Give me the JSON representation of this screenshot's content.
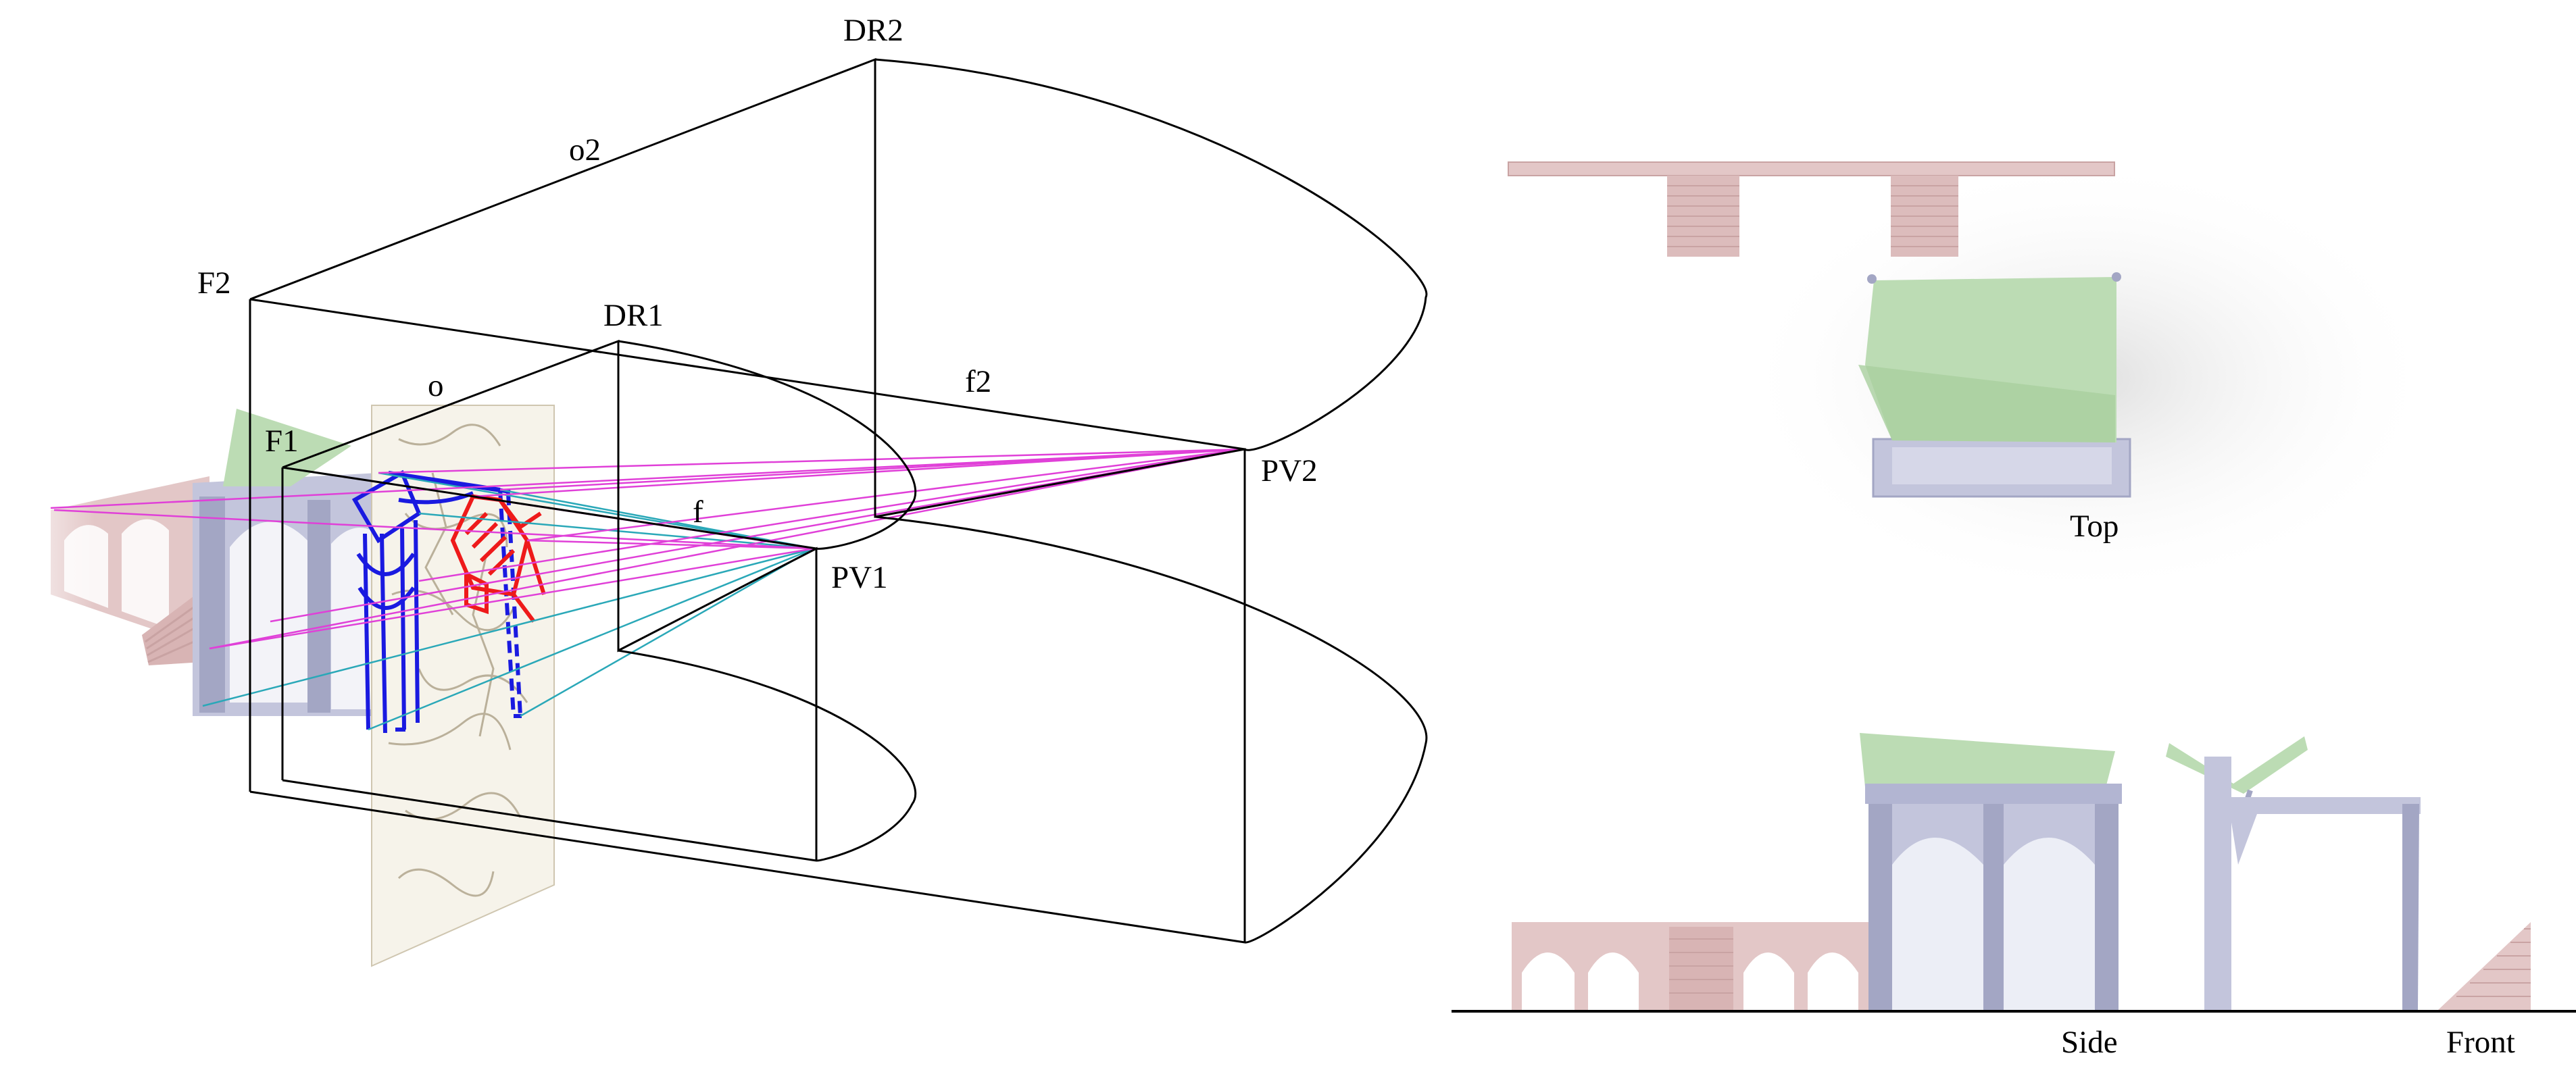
{
  "labels": {
    "dr2": "DR2",
    "dr1": "DR1",
    "o2": "o2",
    "o": "o",
    "f2_point": "F2",
    "f1_point": "F1",
    "f2_dist": "f2",
    "f_dist": "f",
    "pv1": "PV1",
    "pv2": "PV2"
  },
  "views": {
    "top": "Top",
    "side": "Side",
    "front": "Front"
  },
  "colors": {
    "frame": "#000000",
    "ray_magenta": "#e040d8",
    "ray_cyan": "#2aa8b8",
    "arch_pink": "#e3c7c7",
    "arch_pink_dark": "#c9a3a3",
    "column_lavender": "#c3c5dc",
    "column_lavender_dark": "#a3a6c4",
    "roof_green": "#bcdcb4",
    "model_blue": "#1a1ae0",
    "model_red": "#ee1a1a",
    "drawing_sheet": "#8a7a5a"
  }
}
